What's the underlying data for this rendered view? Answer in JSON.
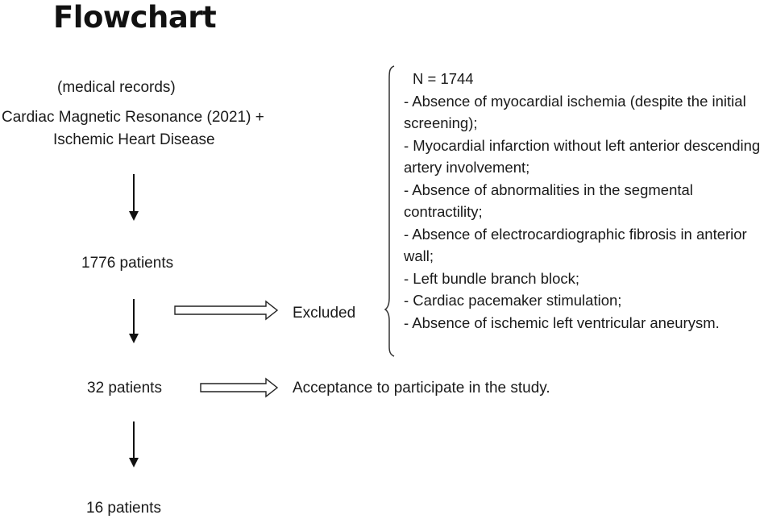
{
  "title": "Flowchart",
  "source": {
    "line1": "(medical records)",
    "line2": "Cardiac Magnetic Resonance (2021) +",
    "line3": "Ischemic Heart Disease"
  },
  "steps": {
    "step1": "1776  patients",
    "step2": "32 patients",
    "step3": "16 patients"
  },
  "excluded_label": "Excluded",
  "acceptance_label": "Acceptance to participate in the study.",
  "exclusion": {
    "count": "N = 1744",
    "items": [
      "- Absence of myocardial ischemia  (despite the initial screening);",
      "- Myocardial infarction without  left anterior descending artery involvement;",
      "- Absence of abnormalities in the segmental contractility;",
      "- Absence of electrocardiographic fibrosis in anterior wall;",
      "- Left bundle  branch block;",
      "- Cardiac pacemaker stimulation;",
      "- Absence of ischemic left ventricular aneurysm."
    ]
  }
}
